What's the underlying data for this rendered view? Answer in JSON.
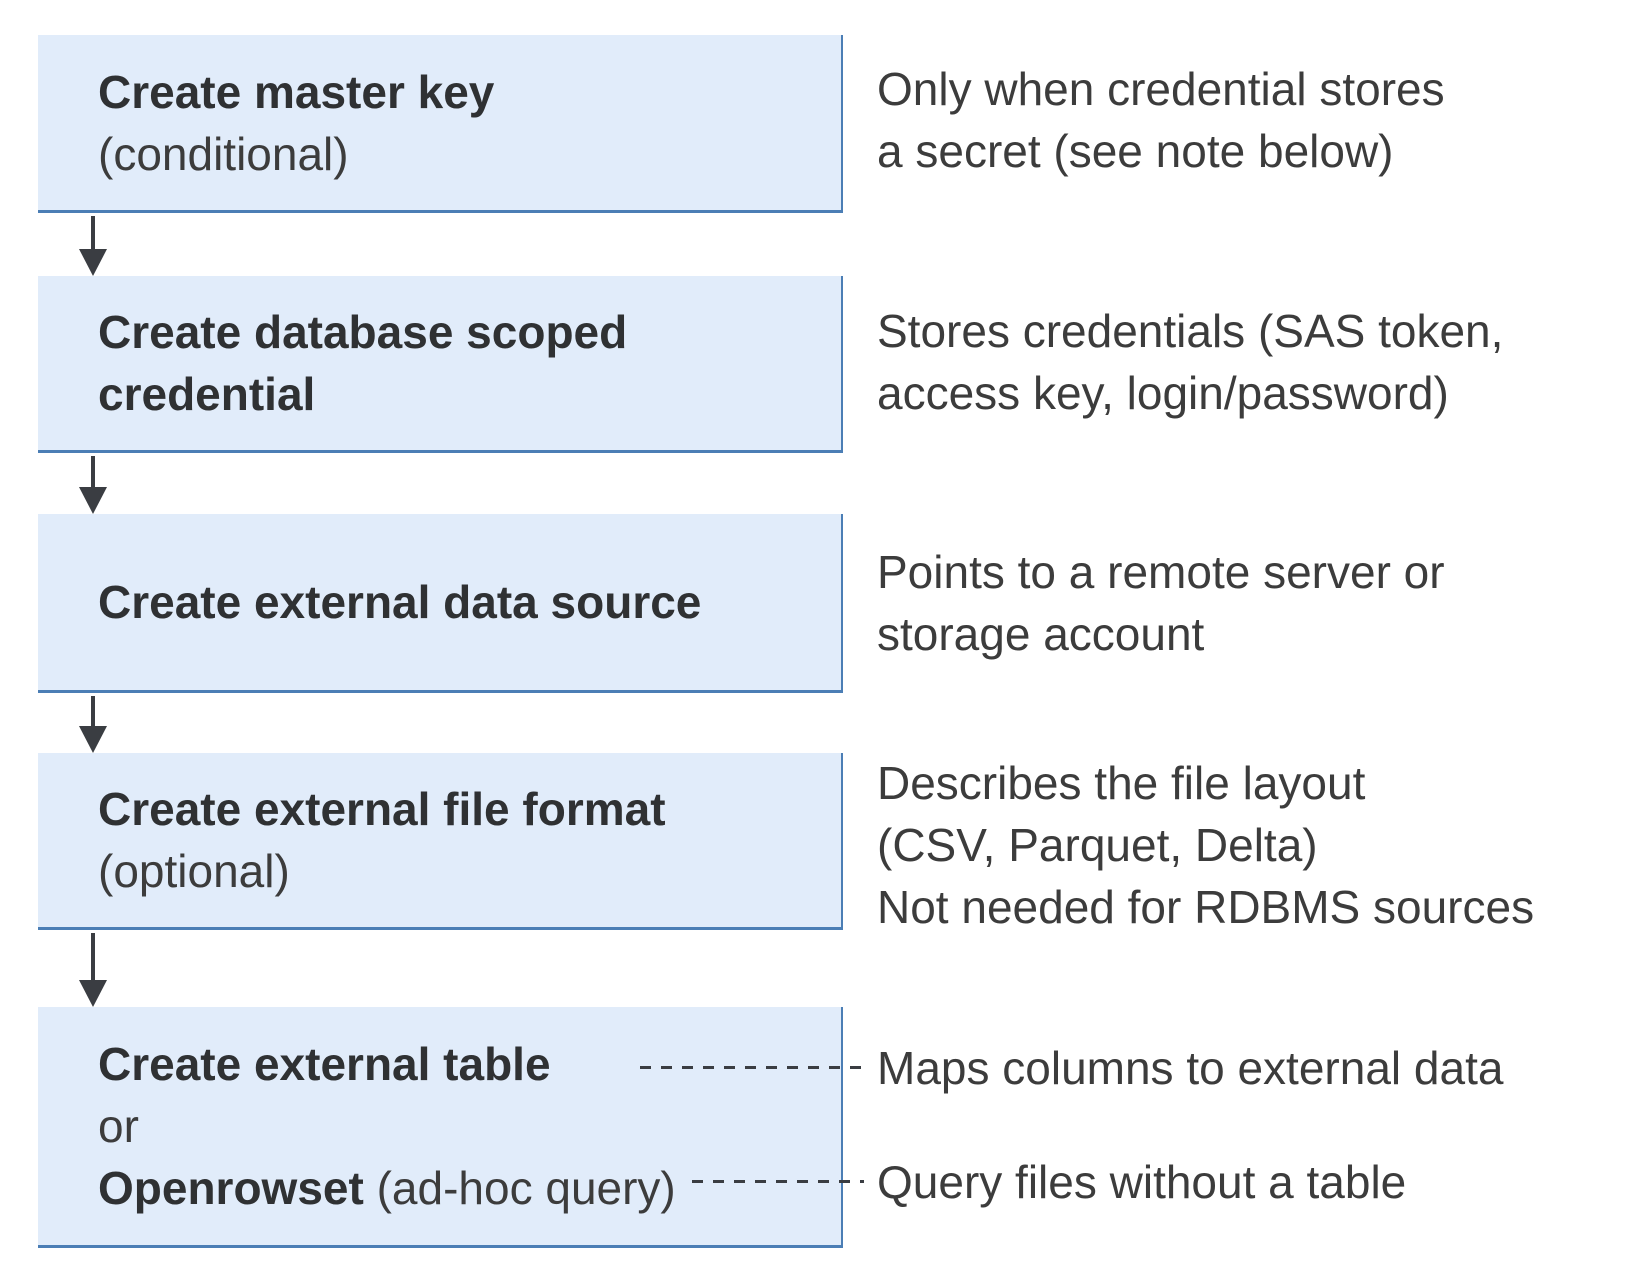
{
  "diagram": {
    "boxes": [
      {
        "title": "Create master key",
        "subtitle": "(conditional)"
      },
      {
        "title": "Create database scoped credential"
      },
      {
        "title": "Create external data source"
      },
      {
        "title": "Create external file format",
        "subtitle": "(optional)"
      },
      {
        "line1": "Create external table",
        "line2": "or",
        "line3_bold": "Openrowset",
        "line3_rest": " (ad-hoc query)"
      }
    ],
    "annotations": [
      {
        "text": "Only when credential stores\na secret (see note below)"
      },
      {
        "text": "Stores credentials (SAS token,\naccess key, login/password)"
      },
      {
        "text": "Points to a remote server or\nstorage account"
      },
      {
        "text": "Describes the file layout\n(CSV, Parquet, Delta)\nNot needed for RDBMS sources"
      },
      {
        "text": "Maps columns to external data"
      },
      {
        "text": "Query files without a table"
      }
    ],
    "colors": {
      "box_fill": "#e1ecfa",
      "box_border": "#4b7eb5",
      "arrow": "#3a3d42",
      "text": "#3c3c3c"
    }
  }
}
